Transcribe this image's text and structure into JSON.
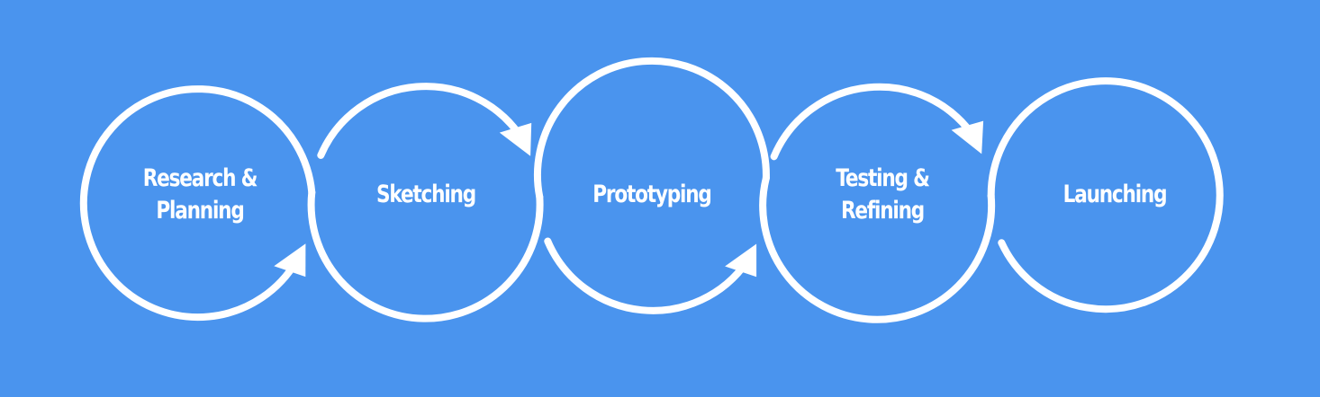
{
  "diagram": {
    "background_color": "#4a94ee",
    "line_color": "#ffffff",
    "stages": [
      {
        "id": "research",
        "lines": [
          "Research &",
          "Planning"
        ]
      },
      {
        "id": "sketching",
        "lines": [
          "Sketching"
        ]
      },
      {
        "id": "prototyping",
        "lines": [
          "Prototyping"
        ]
      },
      {
        "id": "testing",
        "lines": [
          "Testing &",
          "Refining"
        ]
      },
      {
        "id": "launching",
        "lines": [
          "Launching"
        ]
      }
    ]
  }
}
